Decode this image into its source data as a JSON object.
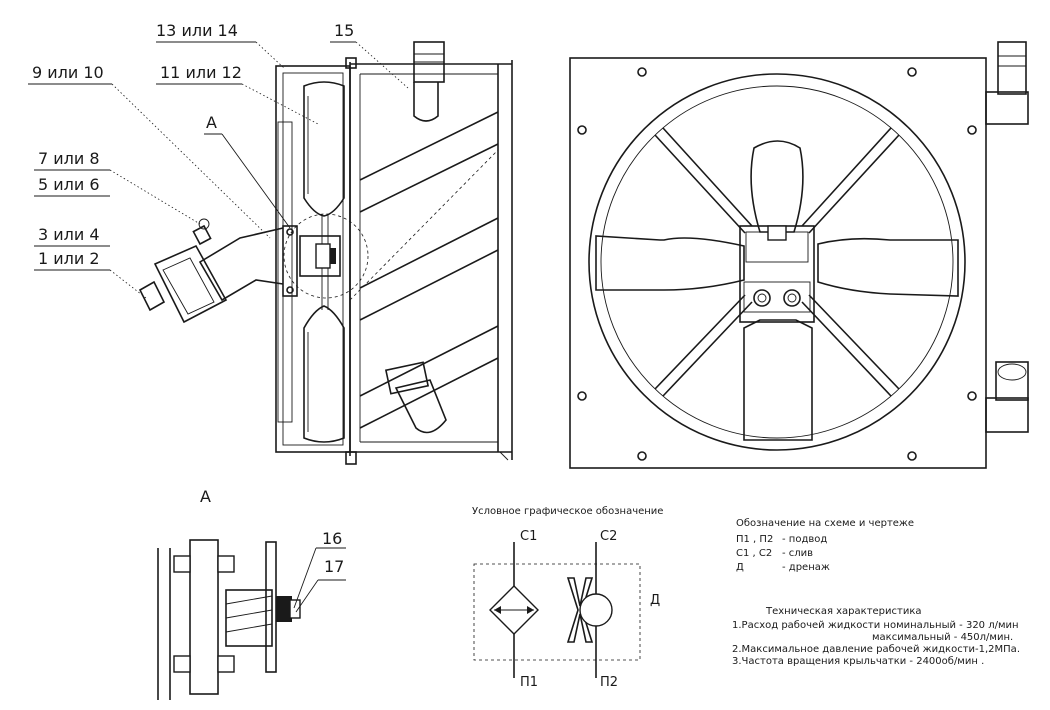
{
  "side_view": {
    "callouts": {
      "c13": "13 или 14",
      "c15": "15",
      "c9": "9 или 10",
      "c11": "11 или 12",
      "cA": "А",
      "c7": "7 или 8",
      "c5": "5 или 6",
      "c3": "3 или 4",
      "c1": "1 или 2"
    }
  },
  "detail": {
    "title": "А",
    "c16": "16",
    "c17": "17"
  },
  "symbol": {
    "title": "Условное графическое обозначение",
    "c1": "С1",
    "c2": "С2",
    "p1": "П1",
    "p2": "П2",
    "d": "Д"
  },
  "legend": {
    "title": "Обозначение на схеме и чертеже",
    "rows": [
      {
        "code": "П1 , П2",
        "desc": "- подвод"
      },
      {
        "code": "С1 , С2",
        "desc": "- слив"
      },
      {
        "code": "Д",
        "desc": "- дренаж"
      }
    ]
  },
  "specs": {
    "title": "Техническая характеристика",
    "line1": "1.Расход рабочей жидкости номинальный - 320 л/мин",
    "line1b": "максимальный - 450л/мин.",
    "line2": "2.Максимальное давление рабочей жидкости-1,2МПа.",
    "line3": "3.Частота вращения крыльчатки - 2400об/мин ."
  }
}
